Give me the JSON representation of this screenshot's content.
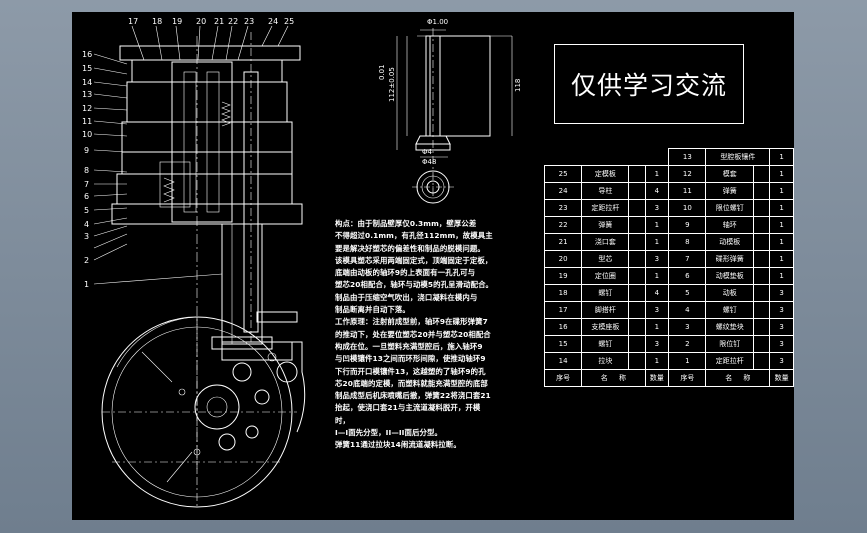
{
  "title_text": "仅供学习交流",
  "part_callouts_top": [
    "17",
    "18",
    "19",
    "20",
    "21",
    "22",
    "23",
    "24",
    "25"
  ],
  "part_callouts_left": [
    "16",
    "15",
    "14",
    "13",
    "12",
    "11",
    "10",
    "9",
    "8",
    "7",
    "6",
    "5",
    "4",
    "3",
    "2",
    "1"
  ],
  "detail": {
    "dim_diameter_small": "Φ1.00",
    "dim_height_left": "112±0.05",
    "dim_height_left_2": "0.01",
    "dim_height_right": "118",
    "dim_bottom": "Φ4",
    "dim_bottom_2": "Φ48"
  },
  "note_lines": [
    "构点：由于制品壁厚仅0.3mm，壁厚公差",
    "不得超过0.1mm，有孔径112mm，故模具主",
    "要是解决好塑芯的偏差性和制品的脱模问题。",
    "该模具塑芯采用两端固定式，顶端固定于定板，",
    "底端由动板的轴环9的上表面有一孔孔可与",
    "塑芯20相配合，轴环与动模5的孔呈滑动配合。",
    "制品由于压缩空气吹出，浇口凝料在模内与",
    "制品断离并自动下落。",
    "工作原理：注射前成型前，轴环9在碟形弹簧7",
    "的推动下，处在要位塑芯20并与塑芯20相配合",
    "构成在位。一旦塑料充满型腔后，施入轴环9",
    "与凹模镶件13之间而环形间隙，使推动轴环9",
    "下行而开口模镶件13，这越塑的了轴环9的孔",
    "芯20底端的定模，而塑料就能充满型腔的底部",
    "制品成型后机床喷嘴后撤，弹簧22将浇口套21",
    "抬起，使浇口套21与主流道凝料脱开，开模时，",
    "I—I面先分型，II—II面后分型。",
    "弹簧11通过拉块14闹流道凝料拉断。"
  ],
  "bom": {
    "top_row": {
      "no": "13",
      "name": "型腔板镶件",
      "qty": "1"
    },
    "rows": [
      {
        "no_l": "25",
        "name_l": "定模板",
        "mat_l": "",
        "qty_l": "1",
        "no_r": "12",
        "name_r": "模套",
        "mat_r": "",
        "qty_r": "1"
      },
      {
        "no_l": "24",
        "name_l": "导柱",
        "mat_l": "",
        "qty_l": "4",
        "no_r": "11",
        "name_r": "弹簧",
        "mat_r": "",
        "qty_r": "1"
      },
      {
        "no_l": "23",
        "name_l": "定距拉杆",
        "mat_l": "",
        "qty_l": "3",
        "no_r": "10",
        "name_r": "限位螺钉",
        "mat_r": "",
        "qty_r": "1"
      },
      {
        "no_l": "22",
        "name_l": "弹簧",
        "mat_l": "",
        "qty_l": "1",
        "no_r": "9",
        "name_r": "轴环",
        "mat_r": "",
        "qty_r": "1"
      },
      {
        "no_l": "21",
        "name_l": "浇口套",
        "mat_l": "",
        "qty_l": "1",
        "no_r": "8",
        "name_r": "动模板",
        "mat_r": "",
        "qty_r": "1"
      },
      {
        "no_l": "20",
        "name_l": "型芯",
        "mat_l": "",
        "qty_l": "3",
        "no_r": "7",
        "name_r": "碟形弹簧",
        "mat_r": "",
        "qty_r": "1"
      },
      {
        "no_l": "19",
        "name_l": "定位圈",
        "mat_l": "",
        "qty_l": "1",
        "no_r": "6",
        "name_r": "动模垫板",
        "mat_r": "",
        "qty_r": "1"
      },
      {
        "no_l": "18",
        "name_l": "螺钉",
        "mat_l": "",
        "qty_l": "4",
        "no_r": "5",
        "name_r": "动板",
        "mat_r": "",
        "qty_r": "3"
      },
      {
        "no_l": "17",
        "name_l": "脚搭杆",
        "mat_l": "",
        "qty_l": "3",
        "no_r": "4",
        "name_r": "螺钉",
        "mat_r": "",
        "qty_r": "3"
      },
      {
        "no_l": "16",
        "name_l": "支模座板",
        "mat_l": "",
        "qty_l": "1",
        "no_r": "3",
        "name_r": "螺纹垫块",
        "mat_r": "",
        "qty_r": "3"
      },
      {
        "no_l": "15",
        "name_l": "螺钉",
        "mat_l": "",
        "qty_l": "3",
        "no_r": "2",
        "name_r": "限位钉",
        "mat_r": "",
        "qty_r": "3"
      },
      {
        "no_l": "14",
        "name_l": "拉块",
        "mat_l": "",
        "qty_l": "1",
        "no_r": "1",
        "name_r": "定距拉杆",
        "mat_r": "",
        "qty_r": "3"
      }
    ],
    "header": {
      "no": "序号",
      "name_a": "名",
      "name_b": "称",
      "qty": "数量",
      "no2": "序号",
      "name2_a": "名",
      "name2_b": "称",
      "qty2": "数量"
    }
  }
}
